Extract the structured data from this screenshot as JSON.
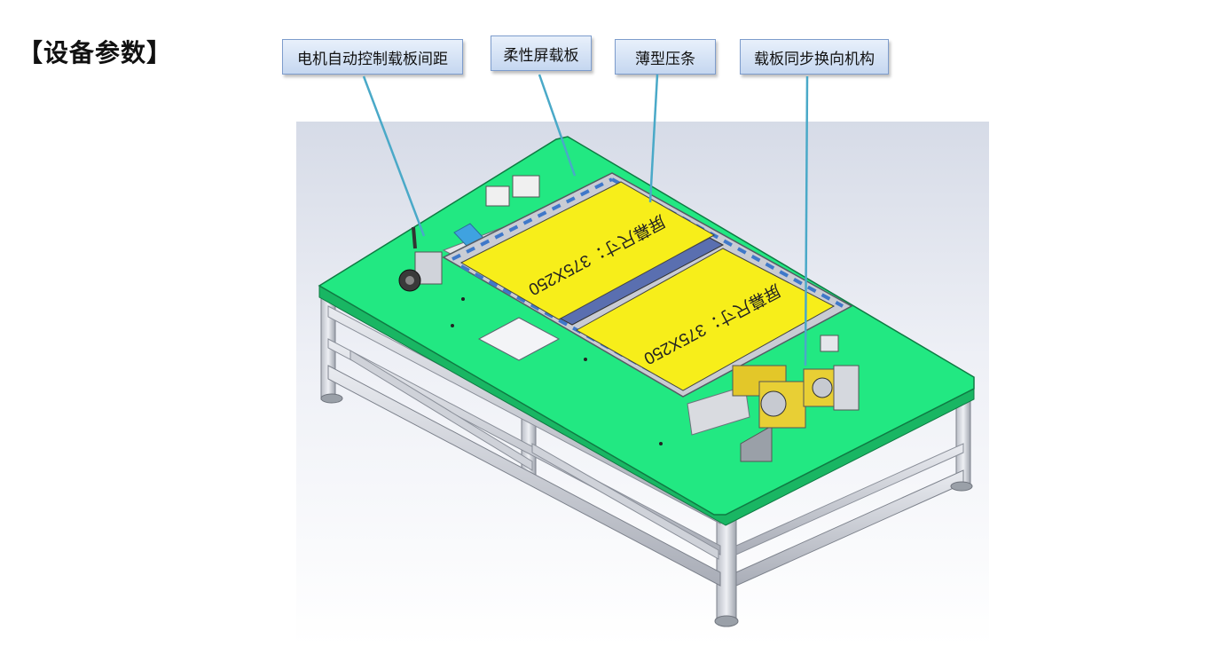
{
  "page": {
    "title": "【设备参数】"
  },
  "callouts": [
    {
      "label": "电机自动控制载板间距"
    },
    {
      "label": "柔性屏载板"
    },
    {
      "label": "薄型压条"
    },
    {
      "label": "载板同步换向机构"
    }
  ],
  "panels": [
    {
      "text": "屏幕尺寸：375X250"
    },
    {
      "text": "屏幕尺寸：375X250"
    }
  ],
  "colors": {
    "table_top": "#22e882",
    "panel": "#f7ee1a",
    "frame": "#c9ccd4",
    "callout_line": "#4aa9c8"
  }
}
